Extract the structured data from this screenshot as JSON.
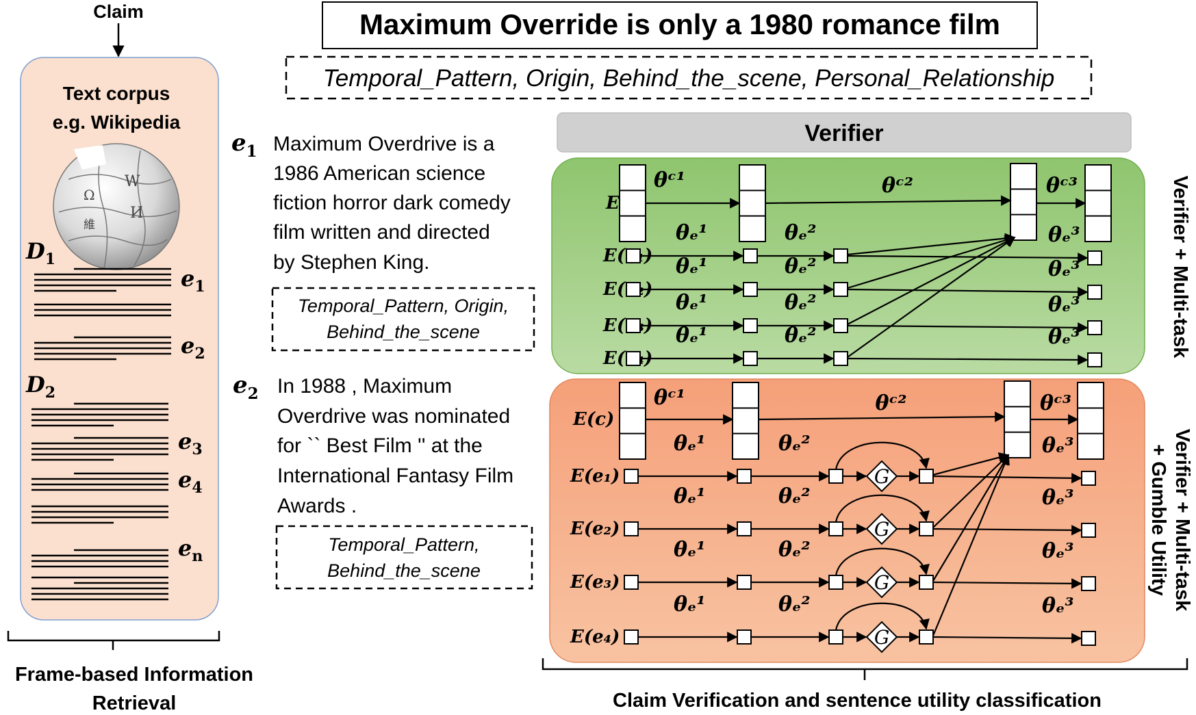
{
  "claim": {
    "label": "Claim",
    "text": "Maximum Override is only a 1980 romance film",
    "frames": "Temporal_Pattern, Origin, Behind_the_scene, Personal_Relationship"
  },
  "corpus": {
    "title_line1": "Text corpus",
    "title_line2": "e.g. Wikipedia",
    "documents": [
      {
        "name": "D",
        "sub": "1"
      },
      {
        "name": "D",
        "sub": "2"
      }
    ],
    "evidence_labels": [
      {
        "name": "e",
        "sub": "1"
      },
      {
        "name": "e",
        "sub": "2"
      },
      {
        "name": "e",
        "sub": "3"
      },
      {
        "name": "e",
        "sub": "4"
      },
      {
        "name": "e",
        "sub": "n"
      }
    ],
    "caption_line1": "Frame-based Information",
    "caption_line2": "Retrieval"
  },
  "evidence": [
    {
      "label": "e",
      "sub": "1",
      "lines": [
        "Maximum Overdrive is a",
        "1986 American science",
        "fiction horror dark comedy",
        "film written and directed",
        "by Stephen King."
      ],
      "frames": [
        "Temporal_Pattern, Origin,",
        "Behind_the_scene"
      ]
    },
    {
      "label": "e",
      "sub": "2",
      "lines": [
        "In 1988 , Maximum",
        "Overdrive was nominated",
        "for `` Best Film '' at the",
        "International Fantasy Film",
        "Awards ."
      ],
      "frames": [
        "Temporal_Pattern,",
        "Behind_the_scene"
      ]
    }
  ],
  "verifier": {
    "header": "Verifier",
    "claim_input": "E(c)",
    "evidence_inputs": [
      "E(e₁)",
      "E(e₂)",
      "E(e₃)",
      "E(e₄)"
    ],
    "theta": {
      "c1": "θᶜ¹",
      "c2": "θᶜ²",
      "c3": "θᶜ³",
      "e1": "θₑ¹",
      "e2": "θₑ²",
      "e3": "θₑ³"
    },
    "gumbel_symbol": "G",
    "panel1_label": "Verifier + Multi-task",
    "panel2_label_line1": "Verifier + Multi-task",
    "panel2_label_line2": "+ Gumble Utility",
    "colors": {
      "green_panel": "#a9d18e",
      "orange_panel": "#f4b183",
      "corpus_panel": "#fbe5d6",
      "header_bar": "#d0d0d0"
    }
  },
  "bottom_caption": "Claim Verification and sentence utility classification"
}
